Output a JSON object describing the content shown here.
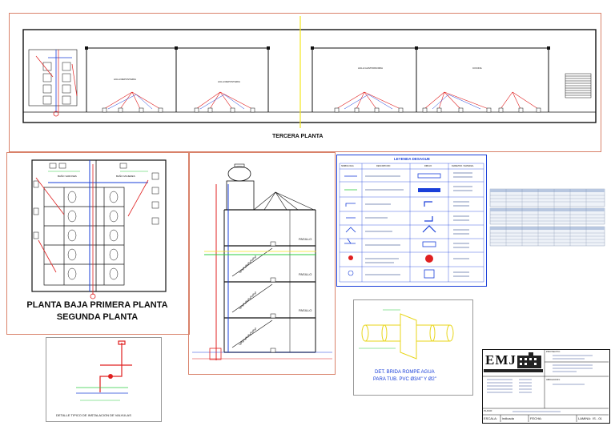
{
  "plan": {
    "top_floor_label": "TERCERA PLANTA",
    "lower_plan_label_line1": "PLANTA BAJA PRIMERA PLANTA",
    "lower_plan_label_line2": "SEGUNDA PLANTA",
    "valve_detail_label": "DETALLE TIPICO DE INSTALACION DE VALVULAS",
    "brida_line1": "DET. BRIDA ROMPE AGUA",
    "brida_line2": "PARA TUB. PVC Ø3/4\" Y Ø2\"",
    "rooms_top": [
      "AULA REPOSTERIA",
      "AULA REPOSTERIA",
      "AULA GASTRONOMIA",
      "COCINA"
    ],
    "rooms_lower": [
      "BAÑO VARONES",
      "BAÑO MUJERES"
    ],
    "section_labels": [
      "PASILLO",
      "PASILLO",
      "PASILLO"
    ]
  },
  "legend": {
    "title": "LEYENDA DESAGUE",
    "headers": [
      "SIMBOLOGIA",
      "DESCRIPCION",
      "DIBUJO",
      "DIAMETRO / MATERIAL"
    ]
  },
  "title_block": {
    "logo": "EMJ",
    "fields": [
      "PROYECTO:",
      "UBICACION:",
      "PLANO:",
      "ESCALA:",
      "FECHA:",
      "LAMINA:"
    ],
    "scale_value": "indicada",
    "sheet_value": "IS - 01"
  },
  "colors": {
    "frame": "#d9826a",
    "water": "#1a3fd9",
    "drain": "#2ecc40",
    "hot": "#e02020",
    "highlight": "#f2e51e"
  }
}
